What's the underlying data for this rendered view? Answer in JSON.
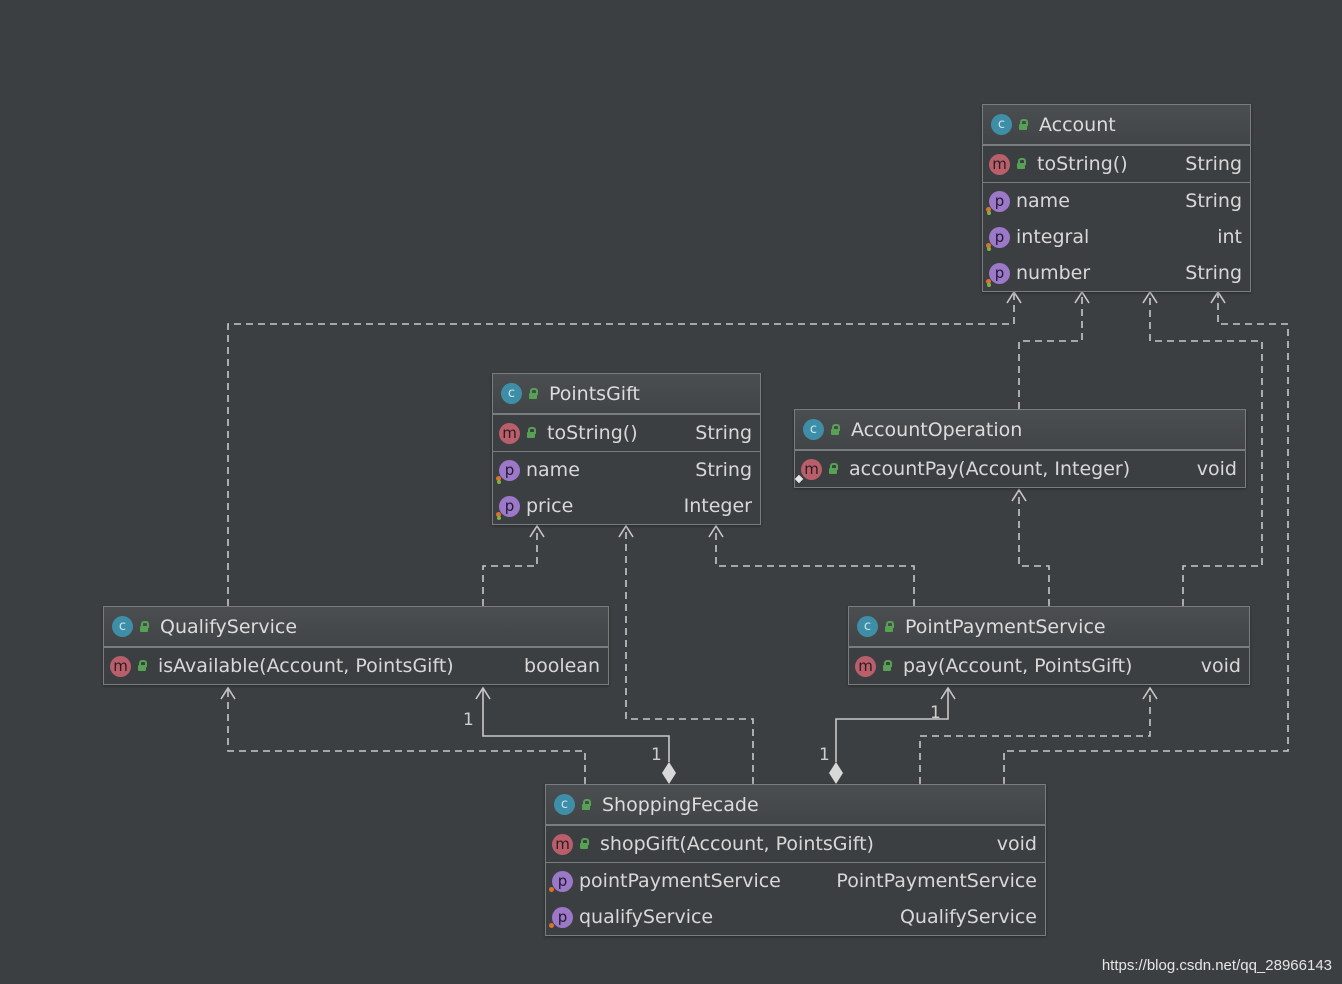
{
  "classes": {
    "account": {
      "name": "Account",
      "methods": [
        {
          "name": "toString()",
          "type": "String"
        }
      ],
      "fields": [
        {
          "name": "name",
          "type": "String"
        },
        {
          "name": "integral",
          "type": "int"
        },
        {
          "name": "number",
          "type": "String"
        }
      ]
    },
    "points_gift": {
      "name": "PointsGift",
      "methods": [
        {
          "name": "toString()",
          "type": "String"
        }
      ],
      "fields": [
        {
          "name": "name",
          "type": "String"
        },
        {
          "name": "price",
          "type": "Integer"
        }
      ]
    },
    "account_operation": {
      "name": "AccountOperation",
      "methods": [
        {
          "name": "accountPay(Account, Integer)",
          "type": "void"
        }
      ]
    },
    "qualify_service": {
      "name": "QualifyService",
      "methods": [
        {
          "name": "isAvailable(Account, PointsGift)",
          "type": "boolean"
        }
      ]
    },
    "point_payment_service": {
      "name": "PointPaymentService",
      "methods": [
        {
          "name": "pay(Account, PointsGift)",
          "type": "void"
        }
      ]
    },
    "shopping_fecade": {
      "name": "ShoppingFecade",
      "methods": [
        {
          "name": "shopGift(Account, PointsGift)",
          "type": "void"
        }
      ],
      "fields": [
        {
          "name": "pointPaymentService",
          "type": "PointPaymentService"
        },
        {
          "name": "qualifyService",
          "type": "QualifyService"
        }
      ]
    }
  },
  "badges": {
    "class": "c",
    "method": "m",
    "field": "p"
  },
  "multiplicity": {
    "one": "1"
  },
  "colors": {
    "background": "#3c3f41",
    "dependency_edge": "#c8c8c8",
    "class_badge": "#3f8ea8",
    "method_badge": "#b95f6c",
    "field_badge": "#9c78c8",
    "public_icon": "#56a153"
  },
  "icons": {
    "class": "class-icon",
    "method": "method-icon",
    "field": "property-icon",
    "visibility": "public-lock-icon"
  },
  "watermark": "https://blog.csdn.net/qq_28966143"
}
